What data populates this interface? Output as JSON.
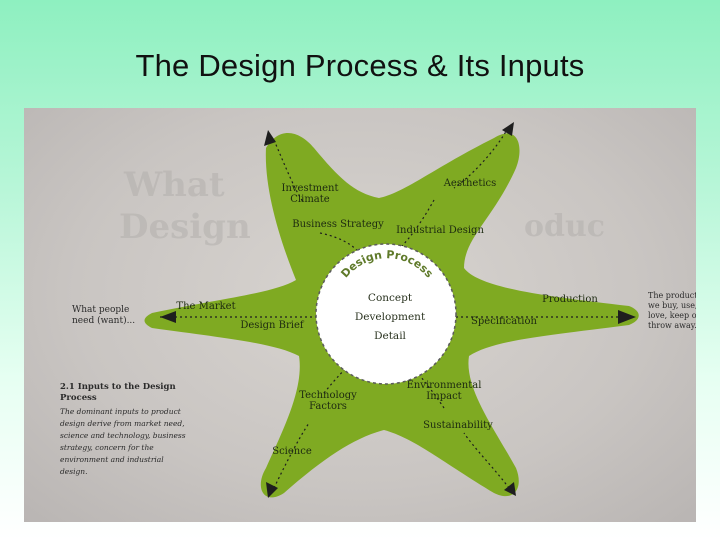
{
  "slide": {
    "title": "The Design Process & Its Inputs"
  },
  "colors": {
    "star": "#7faa22",
    "circle": "#ffffff",
    "arrow": "#1e1e1e",
    "background": "#a6f0cc"
  },
  "diagram": {
    "center_arc": "Design Process",
    "center_stages": [
      "Concept",
      "Development",
      "Detail"
    ],
    "labels": {
      "investment_climate": [
        "Investment",
        "Climate"
      ],
      "aesthetics": "Aesthetics",
      "business_strategy": "Business Strategy",
      "industrial_design": "Industrial Design",
      "the_market": "The Market",
      "design_brief": "Design Brief",
      "production": "Production",
      "specification": "Specification",
      "technology_factors": [
        "Technology",
        "Factors"
      ],
      "environmental_impact": [
        "Environmental",
        "Impact"
      ],
      "sustainability": "Sustainability",
      "science": "Science"
    },
    "left_note": [
      "What people",
      "need (want)..."
    ],
    "right_note": [
      "The product",
      "we buy, use,",
      "love, keep or",
      "throw away..."
    ]
  },
  "caption": {
    "heading": [
      "2.1 Inputs to the Design",
      "Process"
    ],
    "body": [
      "The dominant inputs to product",
      "design derive from market need,",
      "science and technology, business",
      "strategy, concern for the",
      "environment and industrial",
      "design."
    ]
  }
}
